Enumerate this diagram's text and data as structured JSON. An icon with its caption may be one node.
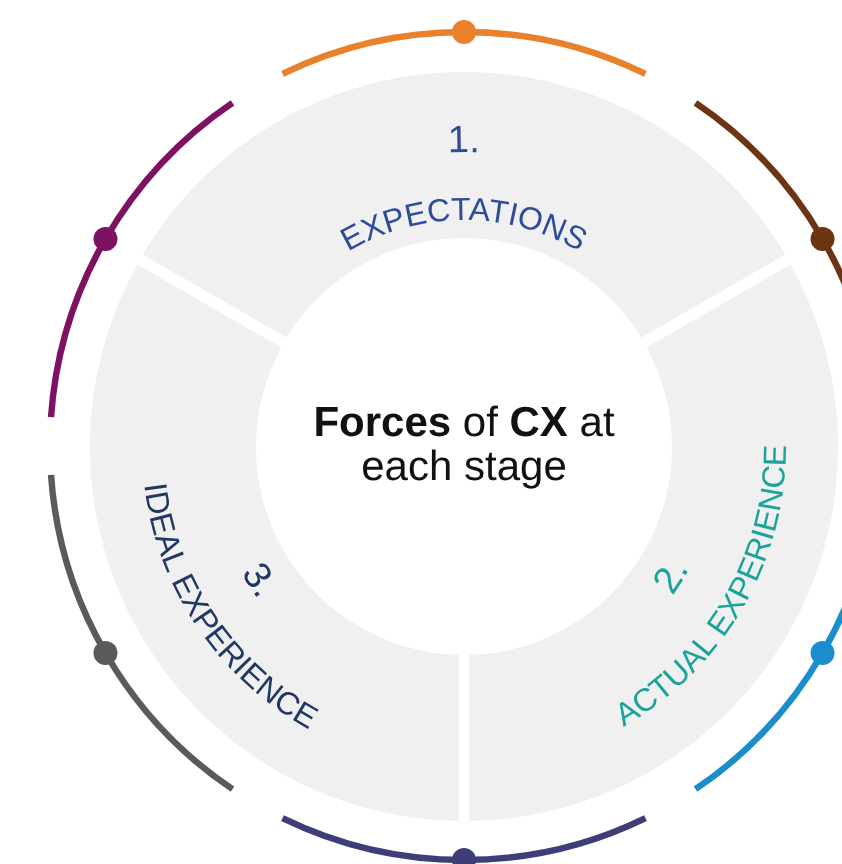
{
  "diagram": {
    "nodes": [
      {
        "text": [
          "1.",
          "EXPECTATIONS"
        ]
      },
      {
        "text": [
          "2.",
          "ACTUAL EXPERIENCE"
        ]
      },
      {
        "text": [
          "3.",
          "IDEAL EXPERIENCE"
        ]
      },
      {
        "text": [
          "**Forces** of **CX** at each stage"
        ]
      }
    ]
  }
}
